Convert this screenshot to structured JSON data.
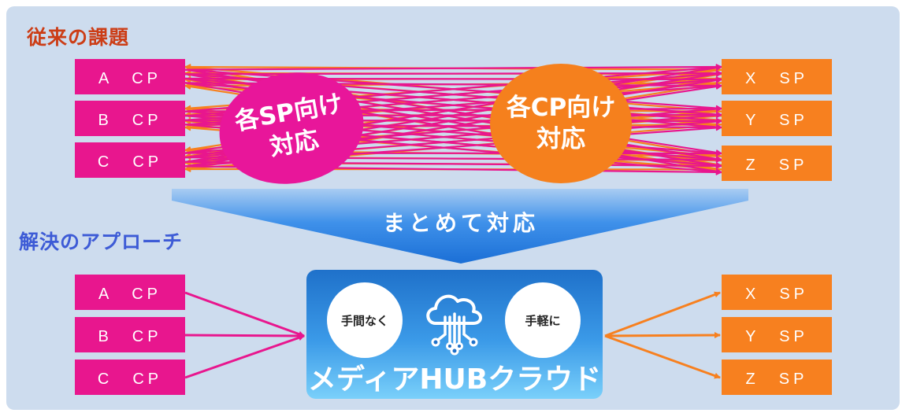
{
  "headings": {
    "conventional": "従来の課題",
    "solution": "解決のアプローチ"
  },
  "providers": {
    "content": [
      "A　CP",
      "B　CP",
      "C　CP"
    ],
    "service": [
      "X　SP",
      "Y　SP",
      "Z　SP"
    ]
  },
  "blobs": {
    "sp_side": [
      "各SP向け",
      "対応"
    ],
    "cp_side": [
      "各CP向け",
      "対応"
    ]
  },
  "merge_label": "まとめて対応",
  "hub": {
    "left_pill": "手間なく",
    "right_pill": "手軽に",
    "title": "メディアHUBクラウド",
    "icon": "cloud-network-icon"
  },
  "colors": {
    "cp": "#e8168e",
    "sp": "#f7801f",
    "conventional_heading": "#cc3d16",
    "solution_heading": "#3d5bd6",
    "hub": "#2a85d8"
  }
}
